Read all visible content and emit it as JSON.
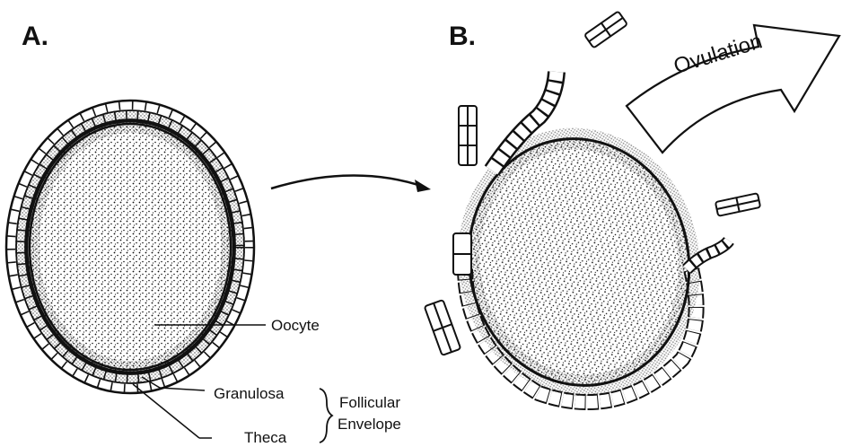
{
  "panels": {
    "a": "A.",
    "b": "B."
  },
  "labels": {
    "oocyte": "Oocyte",
    "granulosa": "Granulosa",
    "theca": "Theca",
    "follicular": "Follicular",
    "envelope": "Envelope",
    "ovulation": "Ovulation"
  },
  "colors": {
    "ink": "#111111",
    "paper": "#ffffff"
  }
}
